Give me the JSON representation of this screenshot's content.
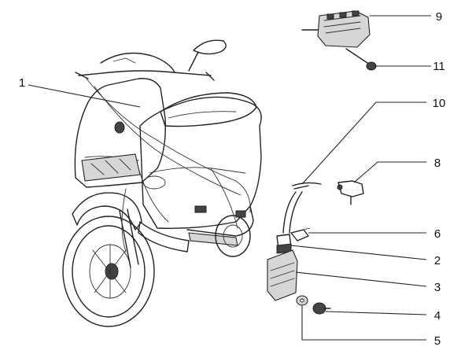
{
  "diagram": {
    "colors": {
      "ink": "#222222",
      "shade": "#d6d6d6",
      "background": "#ffffff"
    },
    "parts": [
      {
        "id": "1",
        "label": "1"
      },
      {
        "id": "9",
        "label": "9"
      },
      {
        "id": "11",
        "label": "11"
      },
      {
        "id": "10",
        "label": "10"
      },
      {
        "id": "8",
        "label": "8"
      },
      {
        "id": "6",
        "label": "6"
      },
      {
        "id": "2",
        "label": "2"
      },
      {
        "id": "3",
        "label": "3"
      },
      {
        "id": "4",
        "label": "4"
      },
      {
        "id": "5",
        "label": "5"
      }
    ]
  }
}
